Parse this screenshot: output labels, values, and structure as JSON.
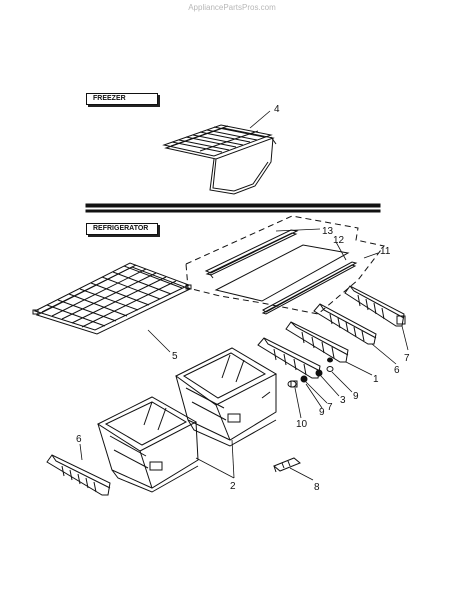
{
  "watermark": "AppliancePartsPros.com",
  "sections": {
    "freezer": "FREEZER",
    "refrigerator": "REFRIGERATOR"
  },
  "callouts": [
    "4",
    "13",
    "12",
    "11",
    "5",
    "7",
    "6",
    "1",
    "9",
    "3",
    "7",
    "9",
    "10",
    "2",
    "6",
    "8"
  ]
}
